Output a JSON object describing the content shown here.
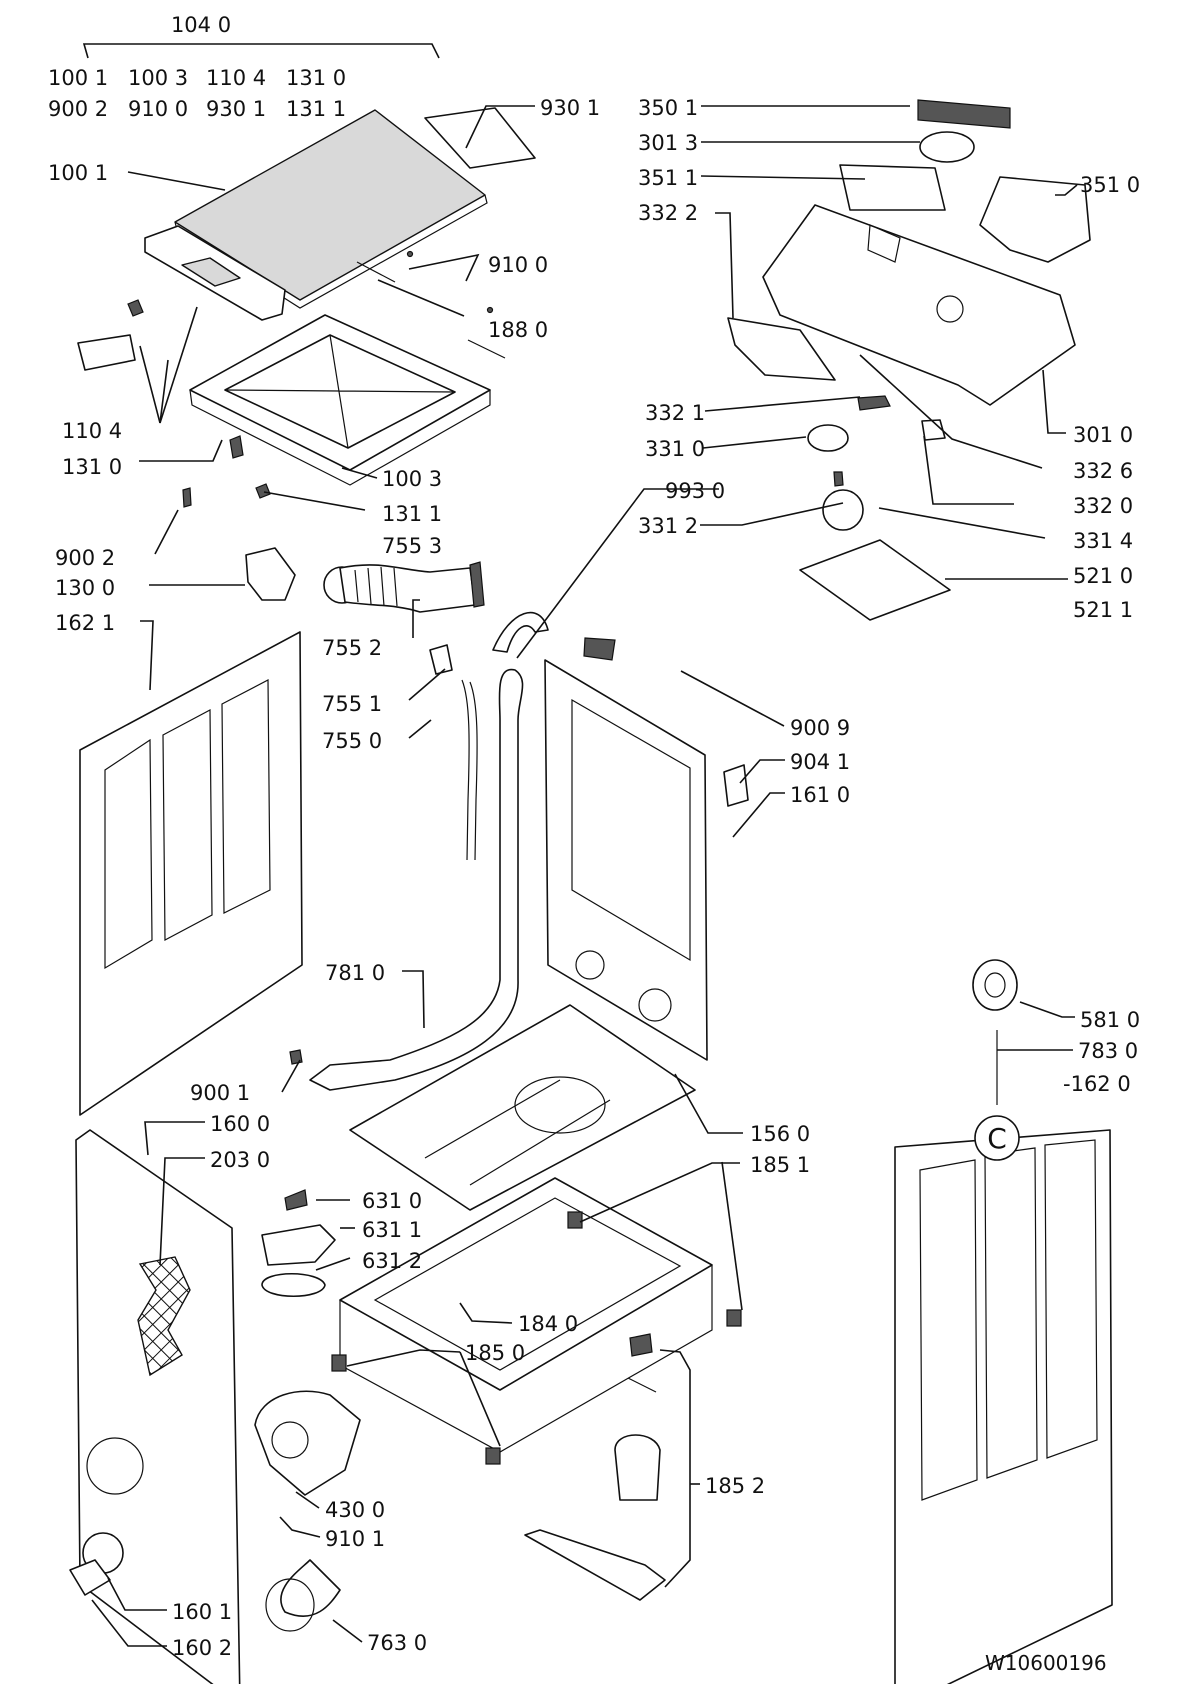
{
  "diagram": {
    "drawing_code": "W10600196",
    "group_header": "104 0",
    "group_rows": [
      [
        "100 1",
        "100 3",
        "110 4",
        "131 0"
      ],
      [
        "900 2",
        "910 0",
        "930 1",
        "131 1"
      ]
    ],
    "symbol_c": "C",
    "labels": {
      "l_930_1": "930 1",
      "l_100_1": "100 1",
      "l_910_0": "910 0",
      "l_188_0": "188 0",
      "l_110_4": "110 4",
      "l_131_0": "131 0",
      "l_100_3": "100 3",
      "l_131_1": "131 1",
      "l_755_3": "755 3",
      "l_900_2": "900 2",
      "l_130_0": "130 0",
      "l_162_1": "162 1",
      "l_755_2": "755 2",
      "l_755_1": "755 1",
      "l_755_0": "755 0",
      "l_350_1": "350 1",
      "l_301_3": "301 3",
      "l_351_1": "351 1",
      "l_351_0": "351 0",
      "l_332_2": "332 2",
      "l_332_1": "332 1",
      "l_331_0": "331 0",
      "l_301_0": "301 0",
      "l_332_6": "332 6",
      "l_993_0": "993 0",
      "l_332_0": "332 0",
      "l_331_2": "331 2",
      "l_331_4": "331 4",
      "l_521_0": "521 0",
      "l_521_1": "521 1",
      "l_900_9": "900 9",
      "l_904_1": "904 1",
      "l_161_0": "161 0",
      "l_781_0": "781 0",
      "l_581_0": "581 0",
      "l_783_0": "783 0",
      "l_162_0": "-162 0",
      "l_900_1": "900 1",
      "l_160_0": "160 0",
      "l_203_0": "203 0",
      "l_156_0": "156 0",
      "l_185_1": "185 1",
      "l_631_0": "631 0",
      "l_631_1": "631 1",
      "l_631_2": "631 2",
      "l_184_0": "184 0",
      "l_185_0": "185 0",
      "l_185_2": "185 2",
      "l_430_0": "430 0",
      "l_910_1": "910 1",
      "l_160_1": "160 1",
      "l_160_2": "160 2",
      "l_763_0": "763 0"
    }
  }
}
